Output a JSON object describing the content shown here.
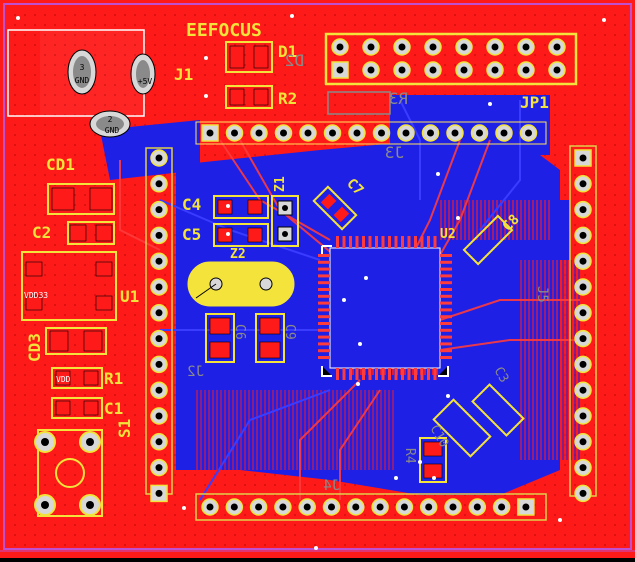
{
  "board": {
    "colors": {
      "top_copper": "#ff1a1a",
      "bottom_copper": "#1e20e6",
      "silkscreen": "#f3e33a",
      "pad_white": "#d8d8d8",
      "outline": "#c050d0",
      "drill": "#000000"
    },
    "silkscreen_labels": {
      "brand": "EEFOCUS",
      "d1": "D1",
      "d2": "D2",
      "r2": "R2",
      "r3": "R3",
      "j1": "J1",
      "jp1": "JP1",
      "j3": "J3",
      "cd1": "CD1",
      "c2": "C2",
      "u1": "U1",
      "cd3": "CD3",
      "r1": "R1",
      "c1": "C1",
      "s1": "S1",
      "c4": "C4",
      "c5": "C5",
      "z1": "Z1",
      "z2": "Z2",
      "c7": "C7",
      "c8": "C8",
      "u2": "U2",
      "j5": "J5",
      "j2": "J2",
      "c6": "C6",
      "c9": "C9",
      "c3": "C3",
      "c10": "C10",
      "r4": "R4",
      "j4": "J4"
    },
    "power_jack_pins": {
      "pin3_num": "3",
      "pin3_name": "GND",
      "pin1_name": "+5V",
      "pin2_num": "2",
      "pin2_name": "GND"
    },
    "small_text": {
      "u1_pin": "VDD33",
      "led": "VDD"
    }
  }
}
